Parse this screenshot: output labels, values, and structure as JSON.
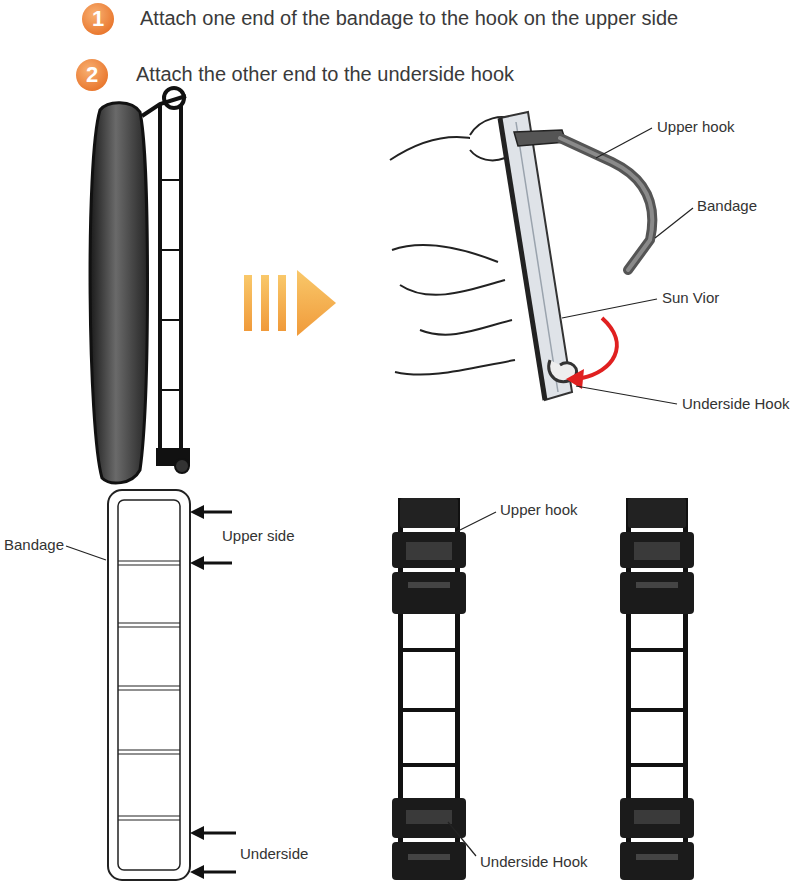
{
  "diagram": {
    "nodes": [
      {
        "text": [
          "1"
        ]
      },
      {
        "text": [
          "2"
        ]
      }
    ],
    "labels": [
      "Attach one end of the bandage to the hook on the upper side",
      "Attach the other end to the underside hook",
      "Upper hook",
      "Bandage",
      "Sun Vior",
      "Underside Hook",
      "Bandage",
      "Upper side",
      "Underside",
      "Upper hook",
      "Underside Hook"
    ]
  }
}
